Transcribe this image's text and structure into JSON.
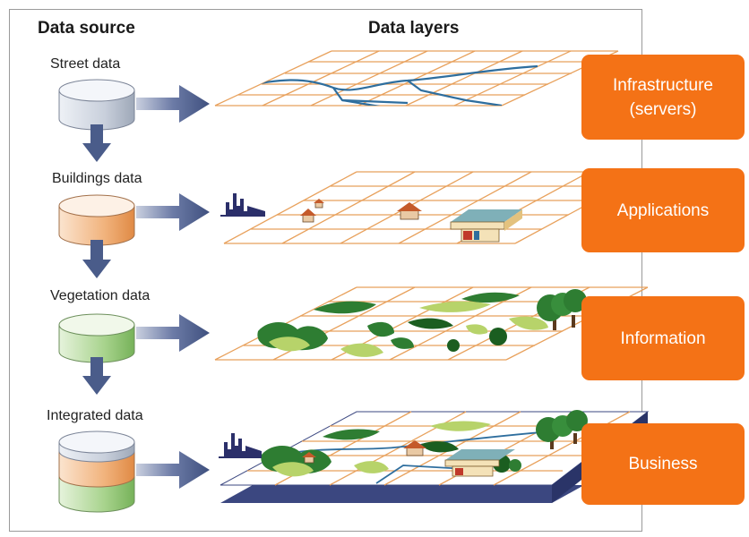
{
  "headers": {
    "data_source": "Data source",
    "data_layers": "Data layers"
  },
  "sources": [
    {
      "label": "Street data",
      "color": "#d6dce6"
    },
    {
      "label": "Buildings data",
      "color": "#f1b37d"
    },
    {
      "label": "Vegetation data",
      "color": "#a8d38d"
    },
    {
      "label": "Integrated data",
      "color": "#f1b37d"
    }
  ],
  "boxes": [
    {
      "label": "Infrastructure\n(servers)"
    },
    {
      "label": "Applications"
    },
    {
      "label": "Information"
    },
    {
      "label": "Business"
    }
  ],
  "colors": {
    "accent_orange": "#f47216",
    "arrow_blue": "#4a5c8a",
    "grid_orange": "#e8a15c",
    "street_blue": "#2e6e9e",
    "tree_green": "#2e7d32",
    "grass_green": "#b7d36a"
  }
}
